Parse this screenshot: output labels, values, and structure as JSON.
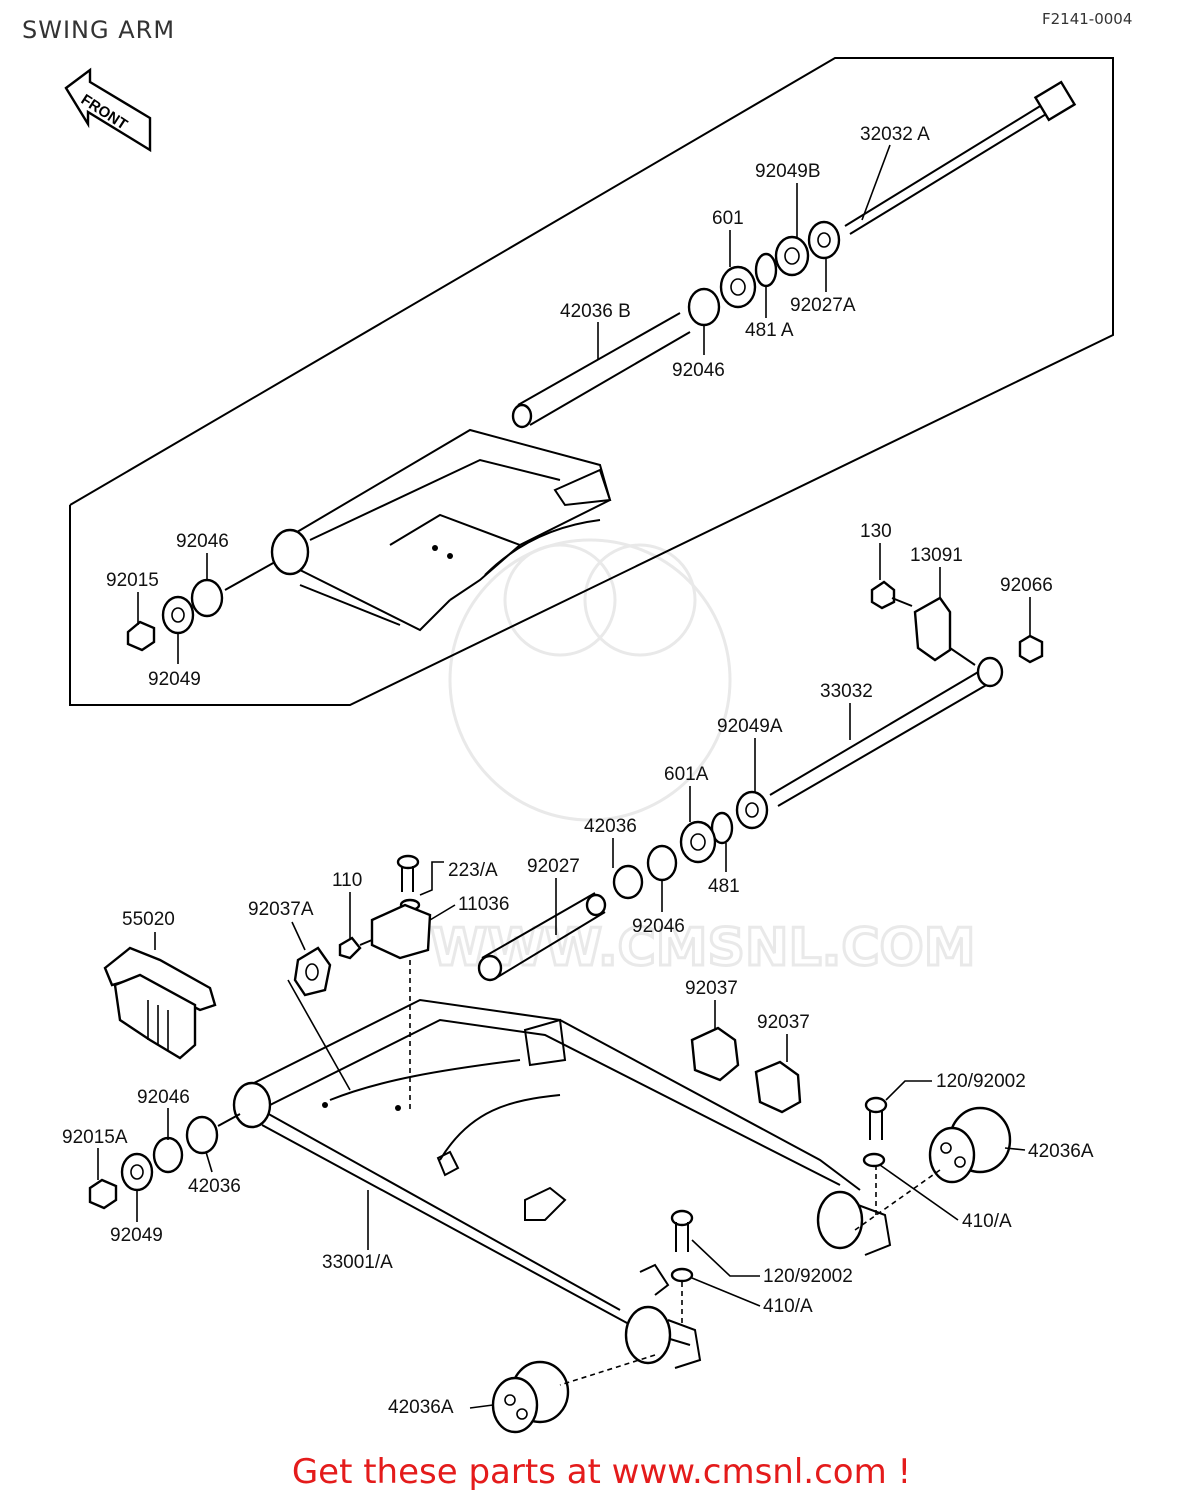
{
  "header": {
    "title": "SWING ARM",
    "code": "F2141-0004"
  },
  "diagram": {
    "front_arrow": "FRONT",
    "watermark": "WWW.CMSNL.COM",
    "labels": {
      "p32032A": "32032 A",
      "p92049B": "92049B",
      "p601_top": "601",
      "p42036B": "42036 B",
      "p481A": "481 A",
      "p92027A": "92027A",
      "p92046_top_shaft": "92046",
      "p92046_top_left": "92046",
      "p92015": "92015",
      "p92049": "92049",
      "p130": "130",
      "p13091": "13091",
      "p92066": "92066",
      "p33032": "33032",
      "p92049A": "92049A",
      "p601A": "601A",
      "p42036_mid": "42036",
      "p92027": "92027",
      "p481": "481",
      "p92046_mid": "92046",
      "p223A": "223/A",
      "p110": "110",
      "p11036": "11036",
      "p92037A": "92037A",
      "p55020": "55020",
      "p92037_1": "92037",
      "p92037_2": "92037",
      "p120_92002_top": "120/92002",
      "p42036A_right": "42036A",
      "p410A_right": "410/A",
      "p92046_low": "92046",
      "p92015A": "92015A",
      "p42036_low": "42036",
      "p92049_low": "92049",
      "p33001A": "33001/A",
      "p120_92002_mid": "120/92002",
      "p410A_mid": "410/A",
      "p42036A_bottom": "42036A"
    }
  },
  "footer": {
    "text": "Get these parts at www.cmsnl.com !"
  },
  "colors": {
    "footer": "#e41b1b",
    "line": "#000000",
    "watermark": "#e9e9e9"
  }
}
